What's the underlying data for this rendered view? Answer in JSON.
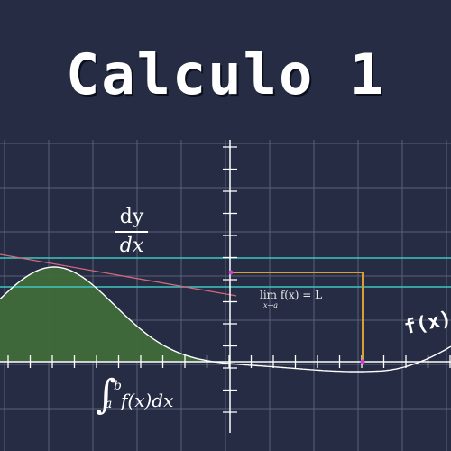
{
  "title": "Calculo 1",
  "annotations": {
    "derivative_num": "dy",
    "derivative_den": "dx",
    "limit_expr": "lim f(x) = L",
    "limit_sub": "x→a",
    "function_label": "f(x)",
    "integral_symbol": "∫",
    "integral_upper": "b",
    "integral_lower": "a",
    "integral_body": "f(x)dx"
  },
  "colors": {
    "background": "#252c44",
    "grid": "#5a6178",
    "axis": "#ffffff",
    "curve": "#ffffff",
    "area_fill": "#3f6a3a",
    "tangent": "#d06a78",
    "horizontal_lines": "#3fc6c0",
    "limit_lines": "#d8a032",
    "limit_points": "#d23fd0"
  }
}
